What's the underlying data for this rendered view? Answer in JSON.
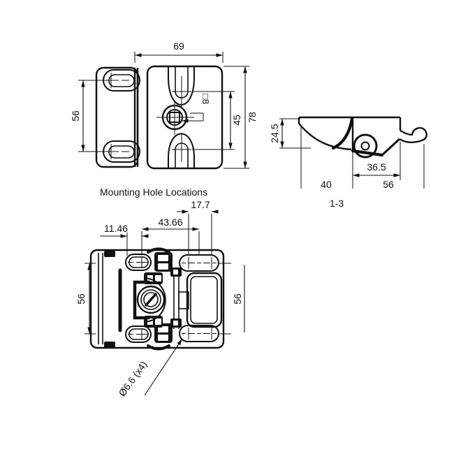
{
  "drawing": {
    "top_view": {
      "width": "69",
      "body_height": "78",
      "hole_pitch": "45",
      "keeper_pitch": "56",
      "square_drive": "□8"
    },
    "side_view": {
      "height": "24.5",
      "depth": "36.5",
      "lever_reach": "40",
      "hook_reach": "56",
      "caption": "1-3"
    },
    "bottom_view": {
      "title": "Mounting Hole Locations",
      "edge_offset": "11.46",
      "hole_pitch_x": "43.66",
      "slot_travel": "17.7",
      "pitch_left": "56",
      "pitch_right": "56",
      "hole_note": "Ø6.6 (x4)"
    }
  }
}
